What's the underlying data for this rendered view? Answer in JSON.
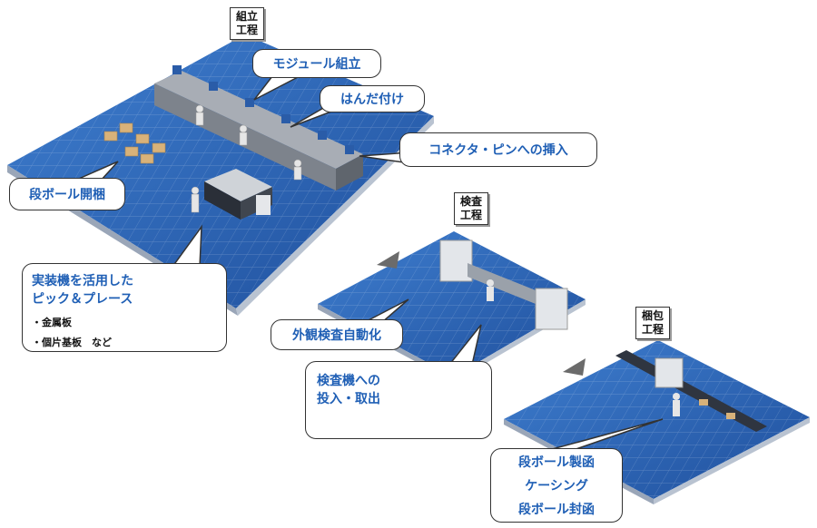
{
  "stages": {
    "assembly": {
      "line1": "組立",
      "line2": "工程"
    },
    "inspection": {
      "line1": "検査",
      "line2": "工程"
    },
    "packing": {
      "line1": "梱包",
      "line2": "工程"
    }
  },
  "callouts": {
    "module_assembly": "モジュール組立",
    "soldering": "はんだ付け",
    "connector_insert": "コネクタ・ピンへの挿入",
    "unboxing": "段ボール開梱",
    "pick_place": {
      "title_line1": "実装機を活用した",
      "title_line2": "ピック＆プレース",
      "items": [
        "・金属板",
        "・個片基板　など"
      ]
    },
    "visual_inspection": "外観検査自動化",
    "inspection_loading": {
      "line1": "検査機への",
      "line2": "投入・取出"
    },
    "packing_tasks": [
      "段ボール製函",
      "ケーシング",
      "段ボール封函"
    ]
  },
  "colors": {
    "floor_dark": "#1f4f9c",
    "floor_light": "#3f7fd0",
    "callout_text": "#1f5fb5",
    "arrow": "#6b6b6b"
  }
}
